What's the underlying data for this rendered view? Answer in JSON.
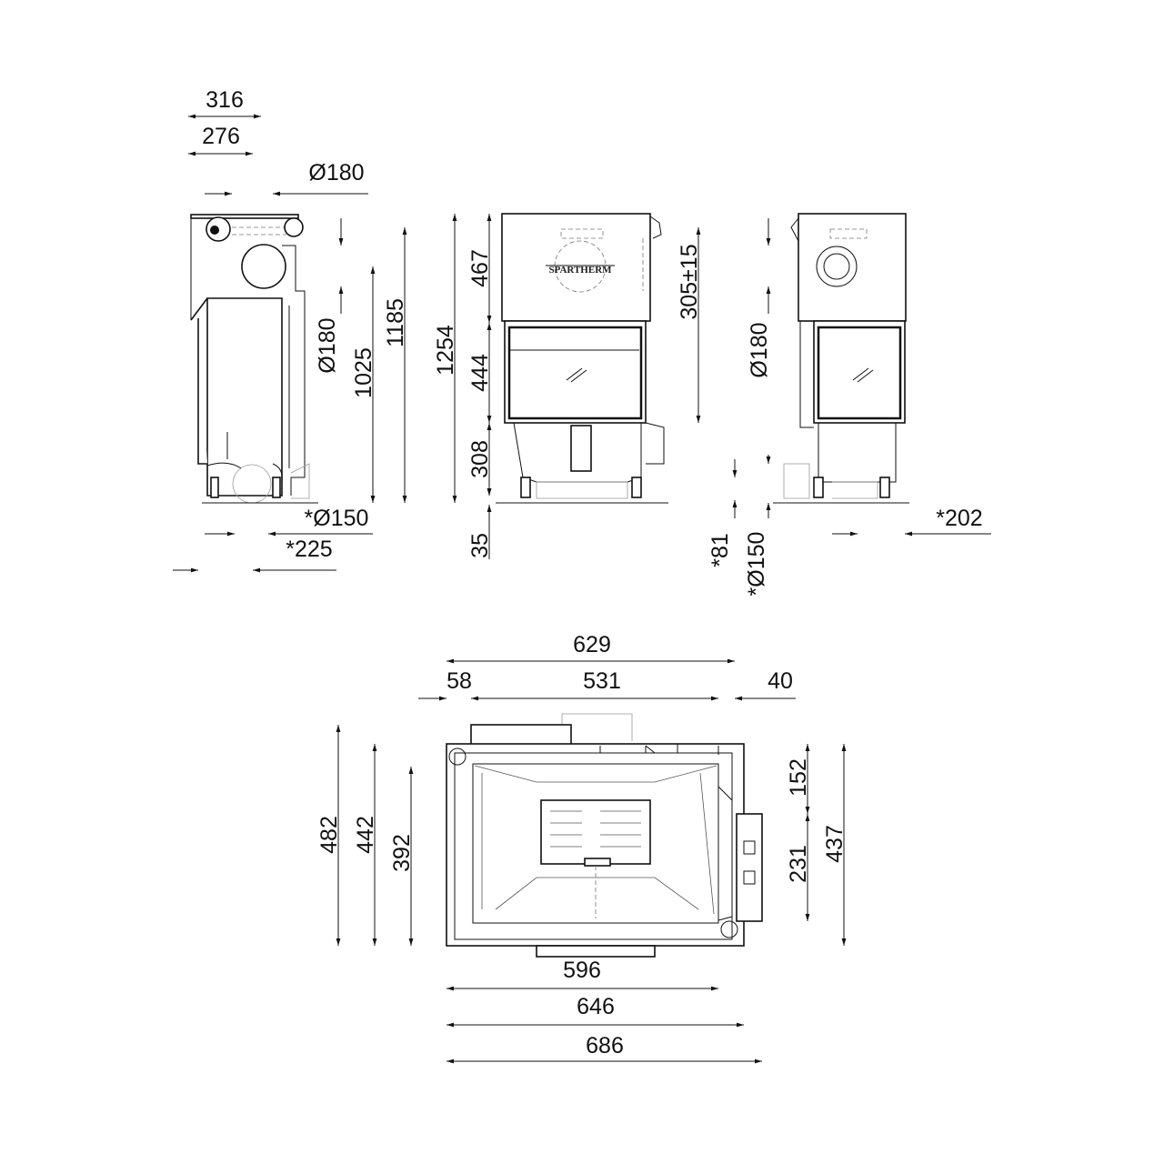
{
  "brand_logo": "SPARTHERM",
  "side_view": {
    "d316": "316",
    "d276": "276",
    "d180_top": "Ø180",
    "d180_vert": "Ø180",
    "d1025": "1025",
    "d1185": "1185",
    "d150": "*Ø150",
    "d225": "*225"
  },
  "front_view": {
    "d1254": "1254",
    "d467": "467",
    "d444": "444",
    "d308": "308",
    "d35": "35",
    "d305": "305±15"
  },
  "right_view": {
    "d180": "Ø180",
    "d81": "*81",
    "d150": "*Ø150",
    "d202": "*202"
  },
  "top_view": {
    "d629": "629",
    "d58": "58",
    "d531": "531",
    "d40": "40",
    "d482": "482",
    "d442": "442",
    "d392": "392",
    "d152": "152",
    "d231": "231",
    "d437": "437",
    "d596": "596",
    "d646": "646",
    "d686": "686"
  }
}
